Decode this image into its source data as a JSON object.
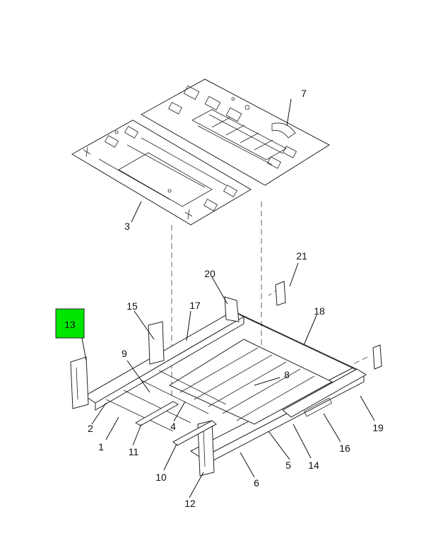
{
  "diagram": {
    "highlighted_callout": "13",
    "highlight_color": "#00e600",
    "callouts": [
      "1",
      "2",
      "3",
      "4",
      "5",
      "6",
      "7",
      "8",
      "9",
      "10",
      "11",
      "12",
      "13",
      "14",
      "15",
      "16",
      "17",
      "18",
      "19",
      "20",
      "21"
    ]
  }
}
